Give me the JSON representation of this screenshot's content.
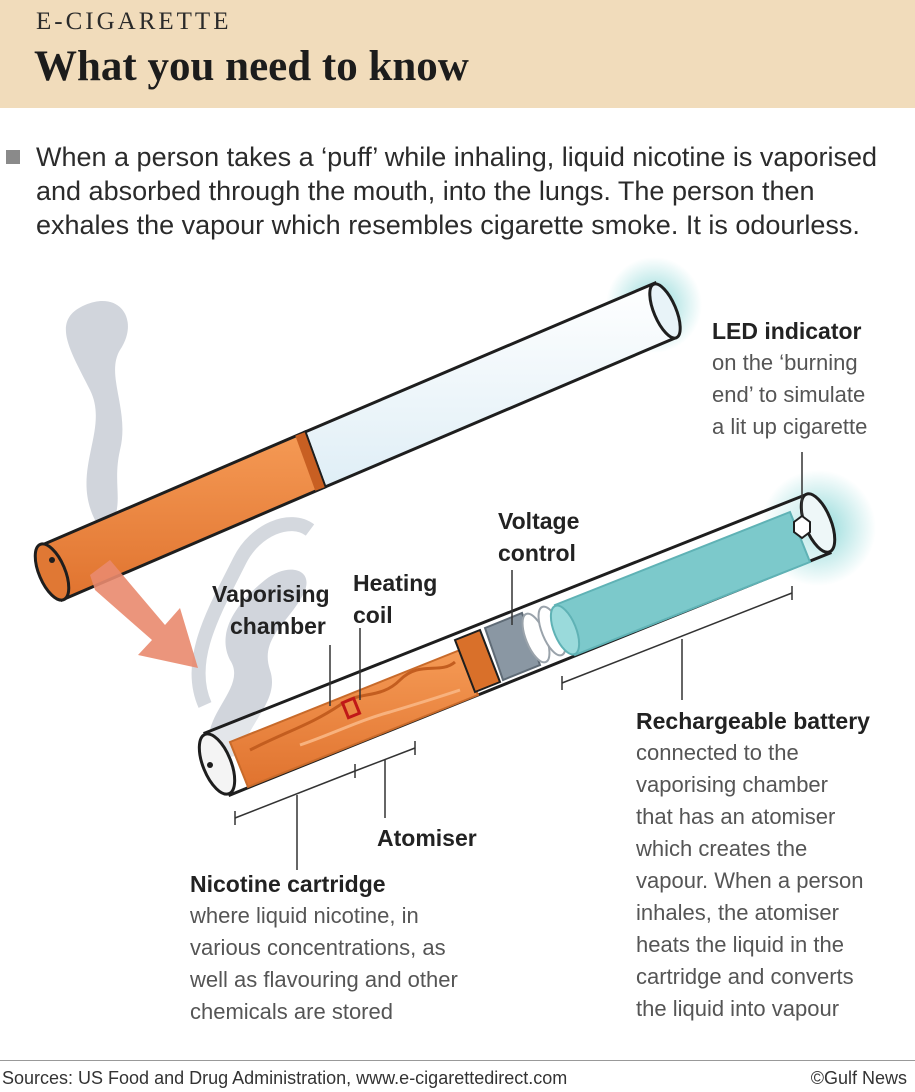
{
  "header": {
    "kicker": "E-CIGARETTE",
    "headline": "What you need to know"
  },
  "intro": "When a person takes a ‘puff’ while inhaling, liquid nicotine is vaporised and absorbed through the mouth, into the lungs. The person then exhales the vapour which resembles cigarette smoke. It is odourless.",
  "labels": {
    "led": {
      "title": "LED indicator",
      "lines": [
        "on the ‘burning",
        "end’ to simulate",
        "a lit up cigarette"
      ]
    },
    "voltage": {
      "lines": [
        "Voltage",
        "control"
      ]
    },
    "vaporising": {
      "lines": [
        "Vaporising",
        "chamber"
      ]
    },
    "heating": {
      "lines": [
        "Heating",
        "coil"
      ]
    },
    "atomiser": {
      "title": "Atomiser"
    },
    "battery": {
      "title": "Rechargeable battery",
      "lines": [
        "connected to the",
        "vaporising chamber",
        "that has an atomiser",
        "which creates the",
        "vapour. When a person",
        "inhales, the atomiser",
        "heats the liquid in the",
        "cartridge and converts",
        "the liquid into vapour"
      ]
    },
    "nicotine": {
      "title": "Nicotine cartridge",
      "lines": [
        "where liquid nicotine, in",
        "various concentrations, as",
        "well as flavouring and other",
        "chemicals are stored"
      ]
    }
  },
  "colors": {
    "header_bg": "#f1dcbb",
    "filter_orange": "#ee8340",
    "glow_teal": "#8fd8d8",
    "battery_teal": "#7cc9cb",
    "arrow": "#e98a6e",
    "smoke": "#c7ccd3"
  },
  "footer": {
    "sources": "Sources: US Food and Drug Administration, www.e-cigarettedirect.com",
    "credit": "©Gulf News"
  }
}
